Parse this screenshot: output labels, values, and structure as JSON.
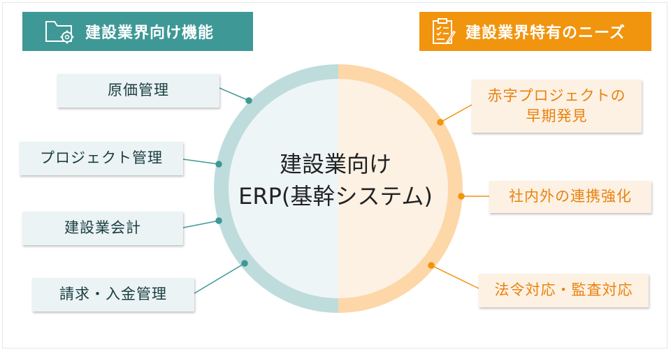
{
  "header_left": {
    "title": "建設業界向け機能",
    "icon": "folder-gear-icon"
  },
  "header_right": {
    "title": "建設業界特有のニーズ",
    "icon": "clipboard-checklist-icon"
  },
  "center": {
    "line1": "建設業向け",
    "line2": "ERP(基幹システム)"
  },
  "left_items": [
    {
      "label": "原価管理"
    },
    {
      "label": "プロジェクト管理"
    },
    {
      "label": "建設業会計"
    },
    {
      "label": "請求・入金管理"
    }
  ],
  "right_items": [
    {
      "line1": "赤字プロジェクトの",
      "line2": "早期発見"
    },
    {
      "line1": "社内外の連携強化"
    },
    {
      "line1": "法令対応・監査対応"
    }
  ],
  "colors": {
    "teal": "#3e9896",
    "teal_light": "#bfdcdc",
    "orange": "#f1940e",
    "orange_light": "#fdd7a7",
    "center_fill": "#eef5f7"
  }
}
